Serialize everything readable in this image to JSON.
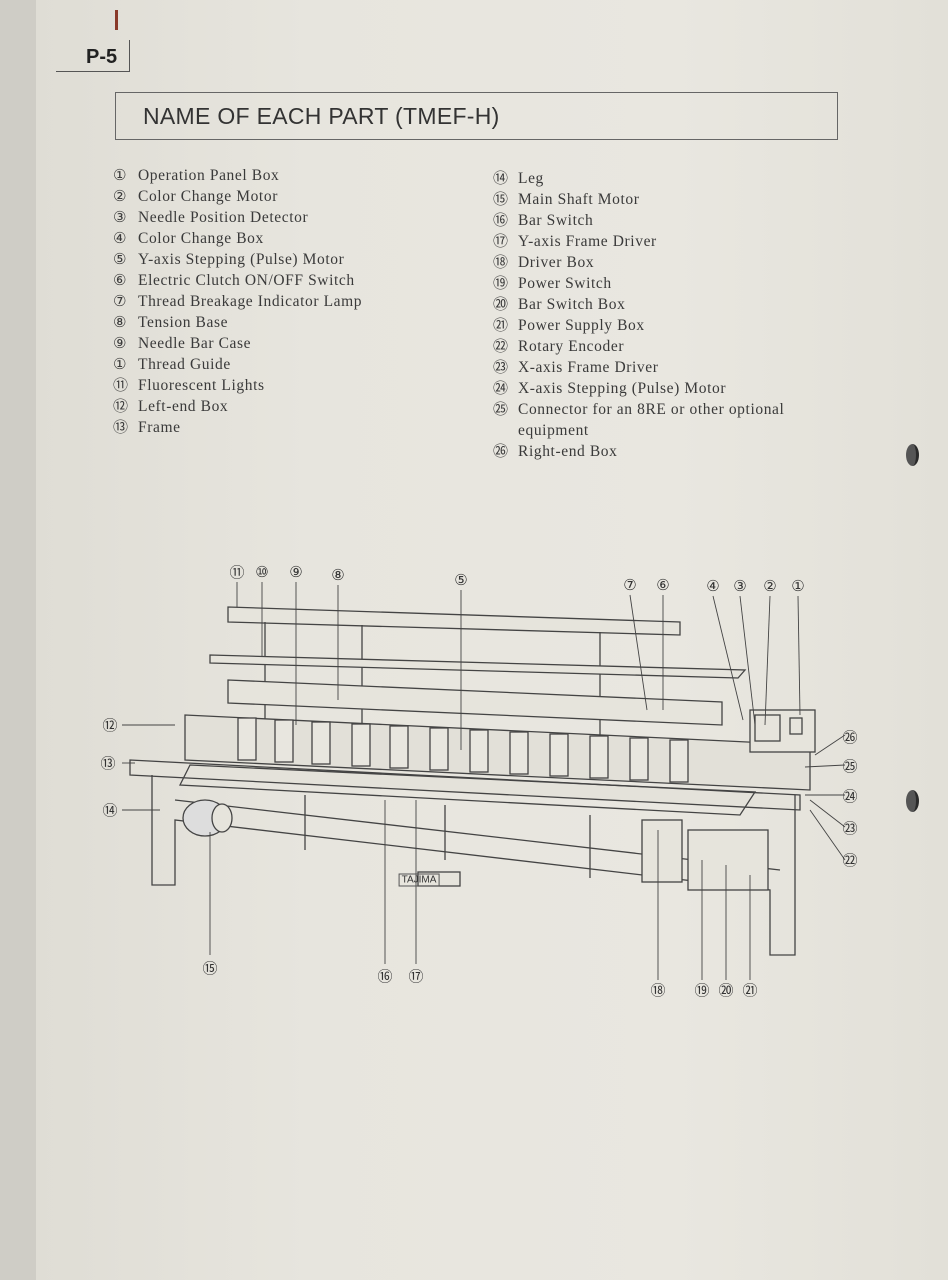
{
  "page": {
    "number": "P-5",
    "title": "NAME OF EACH PART (TMEF-H)"
  },
  "parts_left": [
    {
      "n": "①",
      "label": "Operation Panel Box"
    },
    {
      "n": "②",
      "label": "Color Change Motor"
    },
    {
      "n": "③",
      "label": "Needle Position Detector"
    },
    {
      "n": "④",
      "label": "Color Change Box"
    },
    {
      "n": "⑤",
      "label": "Y-axis Stepping (Pulse) Motor"
    },
    {
      "n": "⑥",
      "label": "Electric Clutch ON/OFF Switch"
    },
    {
      "n": "⑦",
      "label": "Thread Breakage Indicator Lamp"
    },
    {
      "n": "⑧",
      "label": "Tension Base"
    },
    {
      "n": "⑨",
      "label": "Needle Bar Case"
    },
    {
      "n": "①",
      "label": "Thread Guide"
    },
    {
      "n": "⑪",
      "label": "Fluorescent Lights"
    },
    {
      "n": "⑫",
      "label": "Left-end Box"
    },
    {
      "n": "⑬",
      "label": "Frame"
    }
  ],
  "parts_right": [
    {
      "n": "⑭",
      "label": "Leg"
    },
    {
      "n": "⑮",
      "label": "Main Shaft Motor"
    },
    {
      "n": "⑯",
      "label": "Bar Switch"
    },
    {
      "n": "⑰",
      "label": "Y-axis Frame Driver"
    },
    {
      "n": "⑱",
      "label": "Driver Box"
    },
    {
      "n": "⑲",
      "label": "Power Switch"
    },
    {
      "n": "⑳",
      "label": "Bar Switch Box"
    },
    {
      "n": "㉑",
      "label": "Power Supply Box"
    },
    {
      "n": "㉒",
      "label": "Rotary Encoder"
    },
    {
      "n": "㉓",
      "label": "X-axis Frame Driver"
    },
    {
      "n": "㉔",
      "label": "X-axis Stepping (Pulse) Motor"
    },
    {
      "n": "㉕",
      "label": "Connector for an 8RE or other optional"
    },
    {
      "n": "",
      "label": "equipment"
    },
    {
      "n": "㉖",
      "label": "Right-end Box"
    }
  ],
  "diagram": {
    "brand": "TAJIMA",
    "callouts": [
      "⑪",
      "⑩",
      "⑨",
      "⑧",
      "⑤",
      "⑦",
      "⑥",
      "④",
      "③",
      "②",
      "①",
      "⑫",
      "⑬",
      "⑭",
      "⑮",
      "⑯",
      "⑰",
      "⑱",
      "⑲",
      "⑳",
      "㉑",
      "㉖",
      "㉕",
      "㉔",
      "㉓",
      "㉒"
    ]
  }
}
